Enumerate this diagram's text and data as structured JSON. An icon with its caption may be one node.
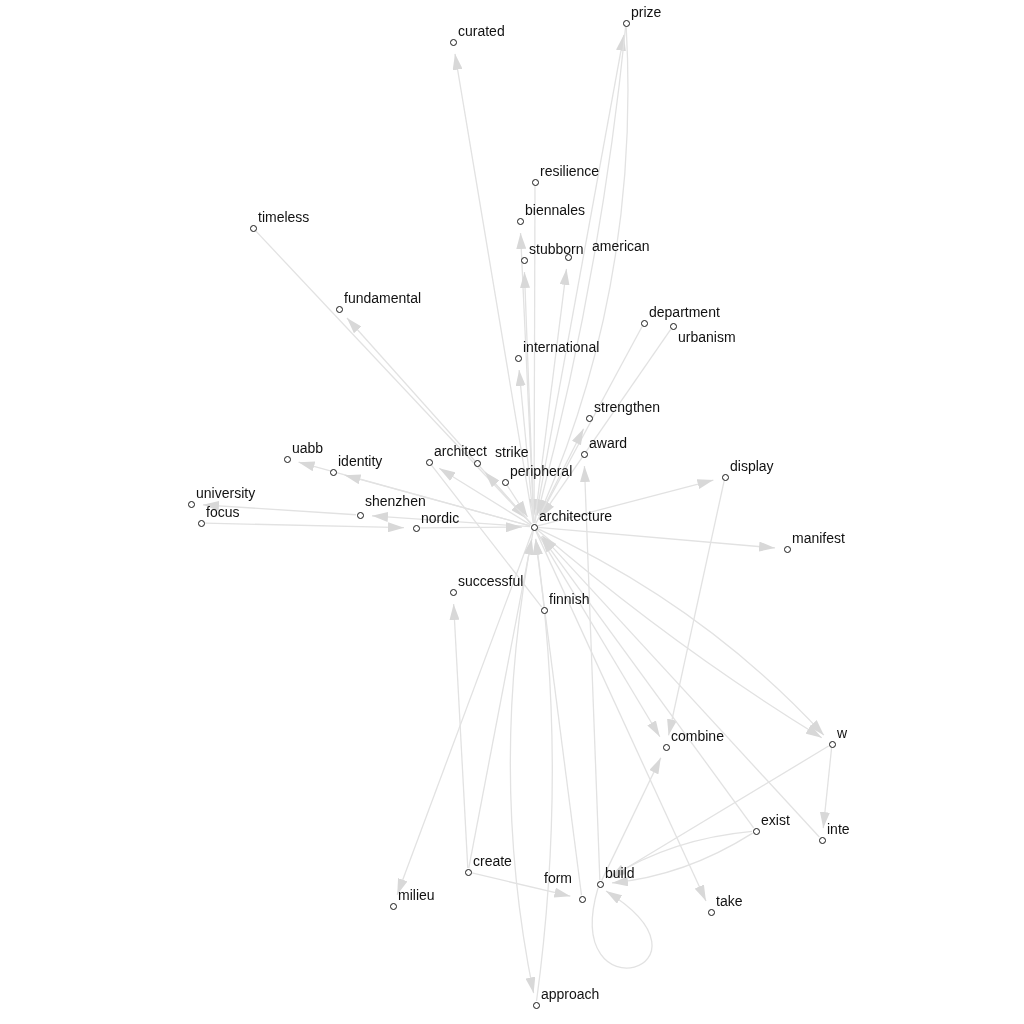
{
  "diagram": {
    "nodes": [
      {
        "text": [
          "prize"
        ]
      },
      {
        "text": [
          "curated"
        ]
      },
      {
        "text": [
          "resilience"
        ]
      },
      {
        "text": [
          "biennales"
        ]
      },
      {
        "text": [
          "timeless"
        ]
      },
      {
        "text": [
          "stubborn"
        ]
      },
      {
        "text": [
          "american"
        ]
      },
      {
        "text": [
          "fundamental"
        ]
      },
      {
        "text": [
          "department"
        ]
      },
      {
        "text": [
          "urbanism"
        ]
      },
      {
        "text": [
          "international"
        ]
      },
      {
        "text": [
          "strengthen"
        ]
      },
      {
        "text": [
          "award"
        ]
      },
      {
        "text": [
          "uabb"
        ]
      },
      {
        "text": [
          "architect"
        ]
      },
      {
        "text": [
          "strike"
        ]
      },
      {
        "text": [
          "identity"
        ]
      },
      {
        "text": [
          "display"
        ]
      },
      {
        "text": [
          "peripheral"
        ]
      },
      {
        "text": [
          "university"
        ]
      },
      {
        "text": [
          "shenzhen"
        ]
      },
      {
        "text": [
          "focus"
        ]
      },
      {
        "text": [
          "architecture"
        ]
      },
      {
        "text": [
          "nordic"
        ]
      },
      {
        "text": [
          "manifest"
        ]
      },
      {
        "text": [
          "successful"
        ]
      },
      {
        "text": [
          "finnish"
        ]
      },
      {
        "text": [
          "w"
        ]
      },
      {
        "text": [
          "combine"
        ]
      },
      {
        "text": [
          "exist"
        ]
      },
      {
        "text": [
          "inte"
        ]
      },
      {
        "text": [
          "create"
        ]
      },
      {
        "text": [
          "build"
        ]
      },
      {
        "text": [
          "form"
        ]
      },
      {
        "text": [
          "milieu"
        ]
      },
      {
        "text": [
          "take"
        ]
      },
      {
        "text": [
          "approach"
        ]
      }
    ],
    "edges": [
      {
        "from": 22,
        "to": 1,
        "arrow": "to"
      },
      {
        "from": 22,
        "to": 0,
        "arrow": "to"
      },
      {
        "from": 0,
        "to": 22,
        "arrow": "to"
      },
      {
        "from": 0,
        "to": 22,
        "arrow": "to"
      },
      {
        "from": 2,
        "to": 22,
        "arrow": "to"
      },
      {
        "from": 22,
        "to": 3,
        "arrow": "to"
      },
      {
        "from": 22,
        "to": 5,
        "arrow": "to"
      },
      {
        "from": 22,
        "to": 6,
        "arrow": "to"
      },
      {
        "from": 4,
        "to": 22,
        "arrow": "to"
      },
      {
        "from": 22,
        "to": 7,
        "arrow": "to"
      },
      {
        "from": 8,
        "to": 22,
        "arrow": "to"
      },
      {
        "from": 9,
        "to": 22,
        "arrow": "to"
      },
      {
        "from": 22,
        "to": 10,
        "arrow": "to"
      },
      {
        "from": 22,
        "to": 11,
        "arrow": "to"
      },
      {
        "from": 32,
        "to": 12,
        "arrow": "to"
      },
      {
        "from": 22,
        "to": 14,
        "arrow": "to"
      },
      {
        "from": 22,
        "to": 15,
        "arrow": "to"
      },
      {
        "from": 18,
        "to": 22,
        "arrow": "to"
      },
      {
        "from": 22,
        "to": 13,
        "arrow": "to"
      },
      {
        "from": 22,
        "to": 16,
        "arrow": "to"
      },
      {
        "from": 20,
        "to": 19,
        "arrow": "to"
      },
      {
        "from": 21,
        "to": 23,
        "arrow": "to"
      },
      {
        "from": 22,
        "to": 20,
        "arrow": "to"
      },
      {
        "from": 23,
        "to": 22,
        "arrow": "to"
      },
      {
        "from": 22,
        "to": 17,
        "arrow": "to"
      },
      {
        "from": 22,
        "to": 24,
        "arrow": "to"
      },
      {
        "from": 31,
        "to": 25,
        "arrow": "to"
      },
      {
        "from": 26,
        "to": 14,
        "arrow": "none"
      },
      {
        "from": 22,
        "to": 28,
        "arrow": "to"
      },
      {
        "from": 17,
        "to": 28,
        "arrow": "to"
      },
      {
        "from": 32,
        "to": 28,
        "arrow": "to"
      },
      {
        "from": 22,
        "to": 27,
        "arrow": "to"
      },
      {
        "from": 22,
        "to": 27,
        "arrow": "to"
      },
      {
        "from": 27,
        "to": 30,
        "arrow": "to"
      },
      {
        "from": 27,
        "to": 32,
        "arrow": "to"
      },
      {
        "from": 29,
        "to": 32,
        "arrow": "to"
      },
      {
        "from": 29,
        "to": 32,
        "arrow": "to"
      },
      {
        "from": 29,
        "to": 22,
        "arrow": "to"
      },
      {
        "from": 30,
        "to": 22,
        "arrow": "to"
      },
      {
        "from": 22,
        "to": 35,
        "arrow": "to"
      },
      {
        "from": 31,
        "to": 33,
        "arrow": "to"
      },
      {
        "from": 33,
        "to": 22,
        "arrow": "to"
      },
      {
        "from": 22,
        "to": 34,
        "arrow": "to"
      },
      {
        "from": 22,
        "to": 36,
        "arrow": "to"
      },
      {
        "from": 36,
        "to": 22,
        "arrow": "to"
      },
      {
        "from": 31,
        "to": 22,
        "arrow": "to"
      },
      {
        "from": 32,
        "to": 32,
        "arrow": "to"
      }
    ]
  }
}
